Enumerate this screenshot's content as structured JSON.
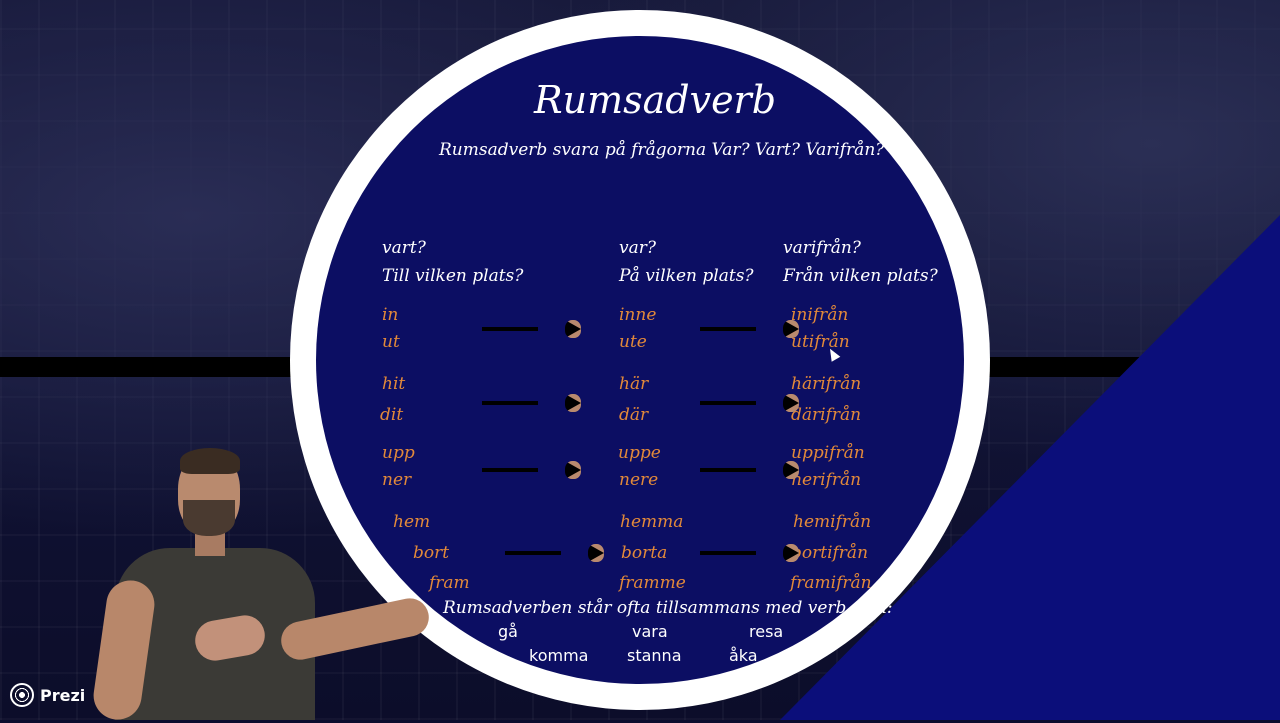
{
  "slide": {
    "title": "Rumsadverb",
    "subtitle": "Rumsadverb svara på frågorna Var? Vart? Varifrån?",
    "headers": {
      "col1_q": "vart?",
      "col1_sub": "Till vilken plats?",
      "col2_q": "var?",
      "col2_sub": "På vilken plats?",
      "col3_q": "varifrån?",
      "col3_sub": "Från vilken plats?"
    },
    "rows": [
      {
        "c1": "in",
        "c2": "inne",
        "c3": "inifrån"
      },
      {
        "c1": "ut",
        "c2": "ute",
        "c3": "utifrån"
      },
      {
        "c1": "hit",
        "c2": "här",
        "c3": "härifrån"
      },
      {
        "c1": "dit",
        "c2": "där",
        "c3": "därifrån"
      },
      {
        "c1": "upp",
        "c2": "uppe",
        "c3": "uppifrån"
      },
      {
        "c1": "ner",
        "c2": "nere",
        "c3": "nerifrån"
      },
      {
        "c1": "hem",
        "c2": "hemma",
        "c3": "hemifrån"
      },
      {
        "c1": "bort",
        "c2": "borta",
        "c3": "bortifrån"
      },
      {
        "c1": "fram",
        "c2": "framme",
        "c3": "framifrån"
      }
    ],
    "footer": "Rumsadverben står ofta tillsammans med verb som:",
    "verbs": [
      "gå",
      "vara",
      "resa",
      "komma",
      "stanna",
      "åka"
    ]
  },
  "branding": {
    "logo_text": "Prezi",
    "logo_icon": "prezi-logo-icon"
  },
  "colors": {
    "circle_fill": "#0c0e63",
    "circle_border": "#ffffff",
    "adverb_text": "#e2893a",
    "accent_triangle": "#0b0e7a"
  }
}
